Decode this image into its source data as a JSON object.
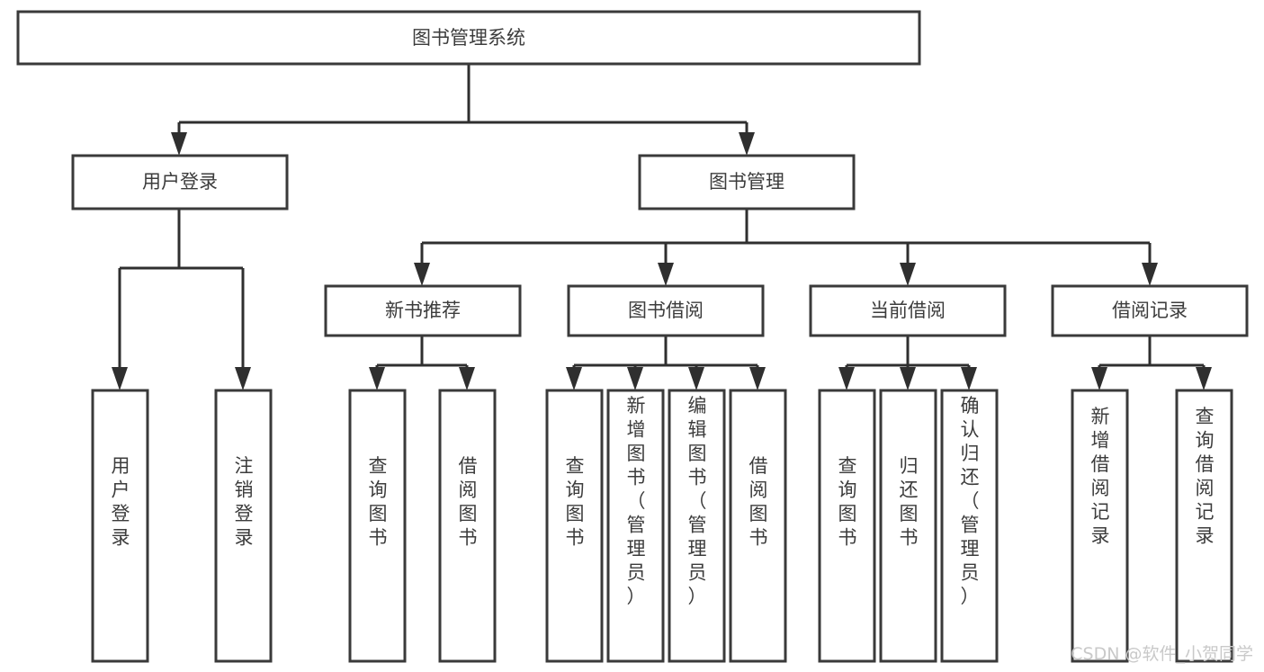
{
  "diagram": {
    "type": "tree",
    "title": "图书管理系统",
    "orientation": "top-down",
    "root": {
      "id": "root",
      "label": "图书管理系统",
      "level": 0
    },
    "levels": [
      {
        "level": 1,
        "nodes": [
          {
            "id": "user-login",
            "label": "用户登录",
            "parent": "root"
          },
          {
            "id": "book-manage",
            "label": "图书管理",
            "parent": "root"
          }
        ]
      },
      {
        "level": 2,
        "nodes": [
          {
            "id": "new-book-rec",
            "label": "新书推荐",
            "parent": "book-manage"
          },
          {
            "id": "book-borrow",
            "label": "图书借阅",
            "parent": "book-manage"
          },
          {
            "id": "current-borrow",
            "label": "当前借阅",
            "parent": "book-manage"
          },
          {
            "id": "borrow-record",
            "label": "借阅记录",
            "parent": "book-manage"
          }
        ]
      },
      {
        "level": 3,
        "nodes": [
          {
            "id": "leaf-user-login",
            "label": "用户登录",
            "parent": "user-login"
          },
          {
            "id": "leaf-user-logout",
            "label": "注销登录",
            "parent": "user-login"
          },
          {
            "id": "leaf-query-book-1",
            "label": "查询图书",
            "parent": "new-book-rec"
          },
          {
            "id": "leaf-borrow-book-1",
            "label": "借阅图书",
            "parent": "new-book-rec"
          },
          {
            "id": "leaf-query-book-2",
            "label": "查询图书",
            "parent": "book-borrow"
          },
          {
            "id": "leaf-add-book",
            "label": "新增图书（管理员）",
            "parent": "book-borrow"
          },
          {
            "id": "leaf-edit-book",
            "label": "编辑图书（管理员）",
            "parent": "book-borrow"
          },
          {
            "id": "leaf-borrow-book-2",
            "label": "借阅图书",
            "parent": "book-borrow"
          },
          {
            "id": "leaf-query-book-3",
            "label": "查询图书",
            "parent": "current-borrow"
          },
          {
            "id": "leaf-return-book",
            "label": "归还图书",
            "parent": "current-borrow"
          },
          {
            "id": "leaf-confirm-return",
            "label": "确认归还（管理员）",
            "parent": "current-borrow"
          },
          {
            "id": "leaf-add-record",
            "label": "新增借阅记录",
            "parent": "borrow-record"
          },
          {
            "id": "leaf-query-record",
            "label": "查询借阅记录",
            "parent": "borrow-record"
          }
        ]
      }
    ]
  },
  "watermark": {
    "text": "CSDN @软件_小贺同学"
  },
  "colors": {
    "background": "#ffffff",
    "box_fill": "#ffffff",
    "box_stroke": "#3a3a3a",
    "line": "#2f2f2f",
    "text": "#3c3c3c",
    "watermark": "#c9c9c9"
  }
}
